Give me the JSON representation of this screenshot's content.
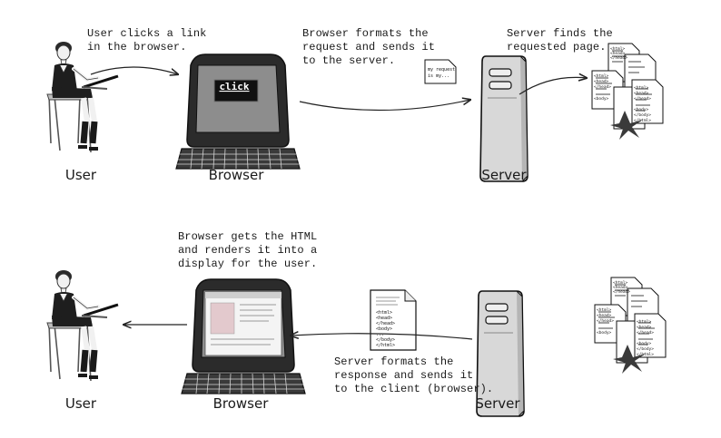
{
  "top": {
    "note_user": "User clicks a link\nin the browser.",
    "note_browser": "Browser formats the\nrequest and sends it\nto the server.",
    "note_server": "Server finds the\nrequested page.",
    "screen_text": "click",
    "request_card": "my request\nis my...",
    "label_user": "User",
    "label_browser": "Browser",
    "label_server": "Server"
  },
  "bottom": {
    "note_browser": "Browser gets the HTML\nand renders it into a\ndisplay for the user.",
    "note_server": "Server formats the\nresponse and sends it\nto the client (browser).",
    "label_user": "User",
    "label_browser": "Browser",
    "label_server": "Server"
  },
  "html_doc_lines": [
    "<html>",
    "<head>",
    "</head>",
    "<body>",
    "...",
    "</body>",
    "</html>"
  ],
  "page_stack_lines": [
    "<html>",
    "<head>",
    "</head>",
    "<body>",
    "...",
    "</body>",
    "</html>"
  ],
  "colors": {
    "ink": "#1a1a1a",
    "screen": "#1a1a1a",
    "server": "#d8d8d8",
    "paper": "#ffffff"
  }
}
